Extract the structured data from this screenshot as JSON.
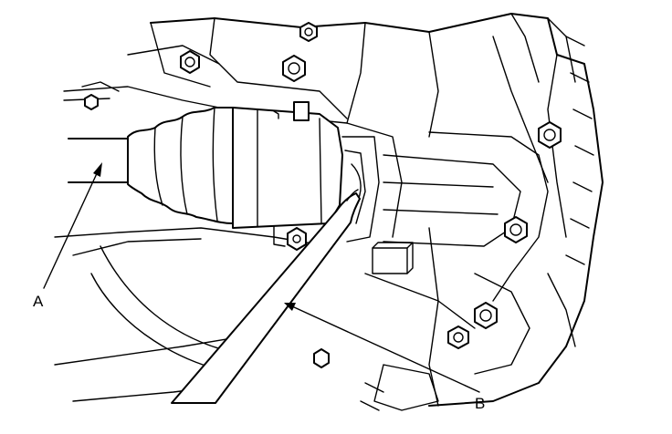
{
  "callouts": [
    {
      "id": "A",
      "label": "A"
    },
    {
      "id": "B",
      "label": "B"
    }
  ],
  "colors": {
    "line": "#000000",
    "background": "#ffffff"
  }
}
